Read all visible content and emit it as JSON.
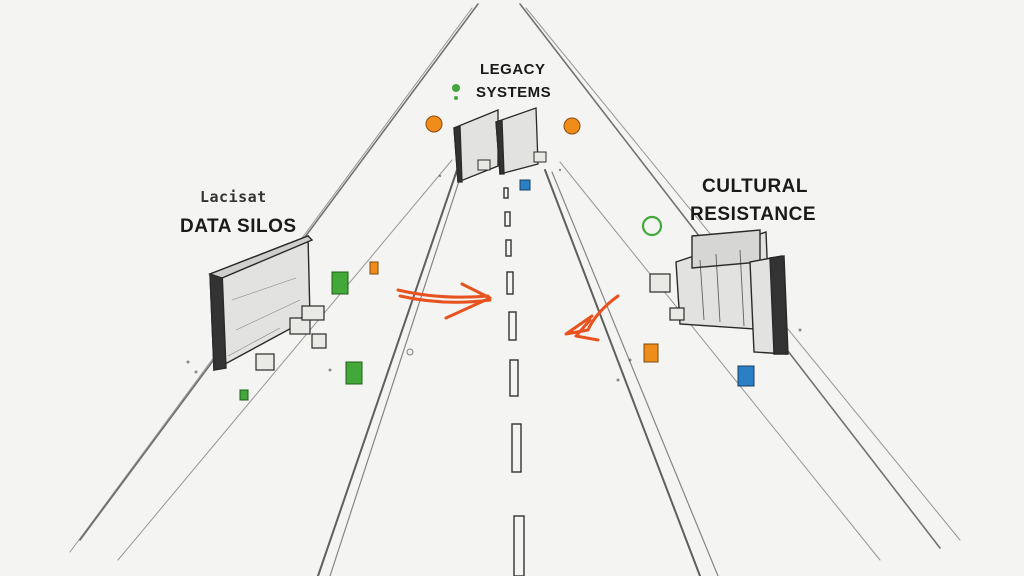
{
  "labels": {
    "scribble": "Lacisat",
    "data_silos": "DATA SILOS",
    "legacy_line1": "LEGACY",
    "legacy_line2": "SYSTEMS",
    "cultural_line1": "CULTURAL",
    "cultural_line2": "RESISTANCE"
  },
  "colors": {
    "ink": "#2a2a2a",
    "accent_orange": "#e8521e",
    "green": "#43a83a",
    "orange_icon": "#f08c1a",
    "blue": "#2b7fc4"
  },
  "icons": [
    "wall-icon",
    "box-icon",
    "green-bin-icon",
    "orange-bin-icon",
    "blue-bin-icon",
    "lightbulb-icon",
    "arrow-icon"
  ]
}
